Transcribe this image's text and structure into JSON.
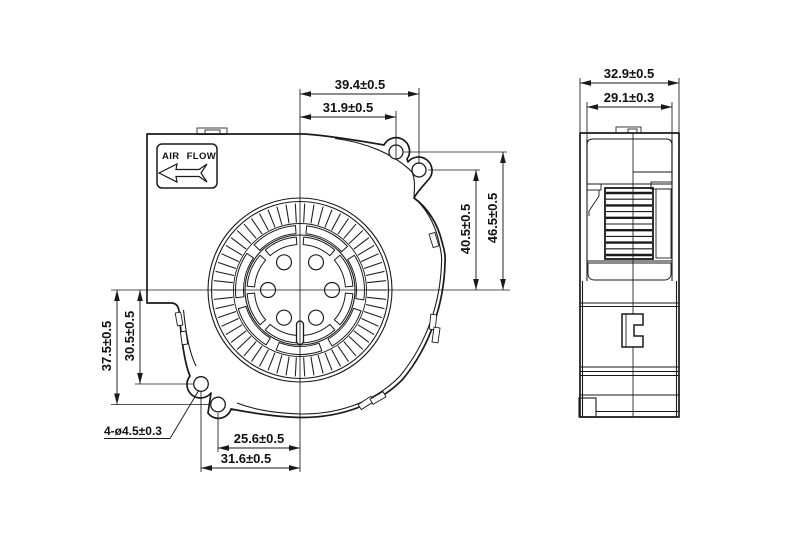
{
  "drawing": {
    "type": "technical-dimension-drawing",
    "subject": "centrifugal blower fan",
    "views": {
      "front": "front view",
      "side": "side view"
    }
  },
  "labels": {
    "air_flow": "AIR FLOW"
  },
  "dimensions": {
    "top_width_outer": "39.4±0.5",
    "top_width_inner": "31.9±0.5",
    "right_height_outer": "46.5±0.5",
    "right_height_inner": "40.5±0.5",
    "left_height_outer": "37.5±0.5",
    "left_height_inner": "30.5±0.5",
    "bottom_width_inner": "25.6±0.5",
    "bottom_width_outer": "31.6±0.5",
    "mounting_holes": "4-ø4.5±0.3",
    "side_width_outer": "32.9±0.5",
    "side_width_inner": "29.1±0.3"
  }
}
